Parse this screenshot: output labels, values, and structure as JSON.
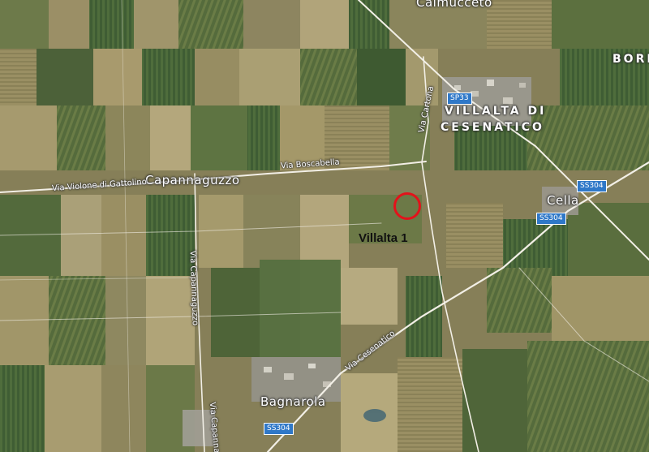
{
  "map": {
    "places": {
      "top_cut": "Calmucceto",
      "bore": "BORE",
      "villalta_line1": "VILLALTA DI",
      "villalta_line2": "CESENATICO",
      "capannaguzzo": "Capannaguzzo",
      "cella": "Cella",
      "bagnarola": "Bagnarola"
    },
    "roads": {
      "violone": "Via Violone di Gattolino",
      "boscabella": "Via Boscabella",
      "cartona": "Via Cartona",
      "capannaguzzo_road": "Via Capannaguzzo",
      "cesenatico": "Via Cesenatico",
      "capanna_bottom": "Via Capanna"
    },
    "shields": {
      "sp33": "SP33",
      "ss304_a": "SS304",
      "ss304_b": "SS304",
      "ss304_c": "SS304"
    },
    "site": {
      "label": "Villalta 1",
      "marker_color": "#e3121b"
    }
  }
}
